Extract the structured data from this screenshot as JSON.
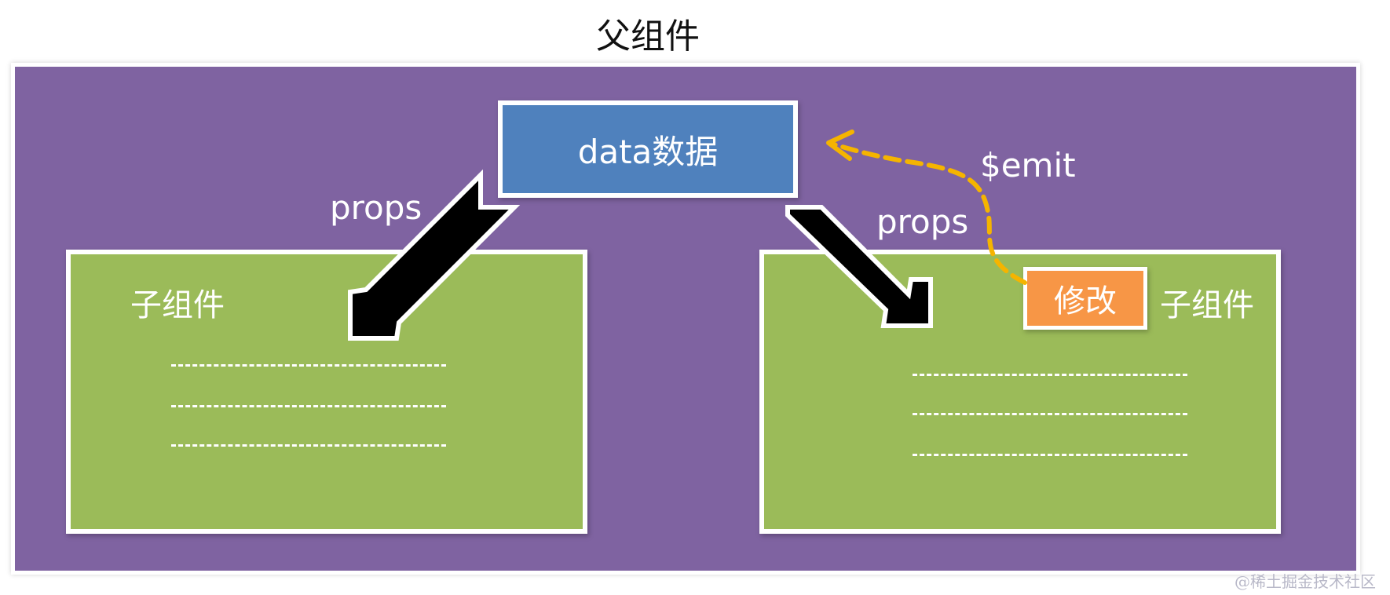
{
  "diagram": {
    "parent_title": "父组件",
    "data_node": "data数据",
    "children": [
      {
        "label": "子组件",
        "line_count": 3
      },
      {
        "label": "子组件",
        "line_count": 3
      }
    ],
    "modify_button": "修改",
    "edges": {
      "left_props": "props",
      "right_props": "props",
      "emit": "$emit"
    },
    "colors": {
      "parent_bg": "#7f63a1",
      "data_bg": "#4f81bd",
      "child_bg": "#9bbb59",
      "modify_bg": "#f79646",
      "emit_arrow": "#f5b400",
      "props_arrow": "#000000"
    }
  },
  "watermark": "@稀土掘金技术社区"
}
